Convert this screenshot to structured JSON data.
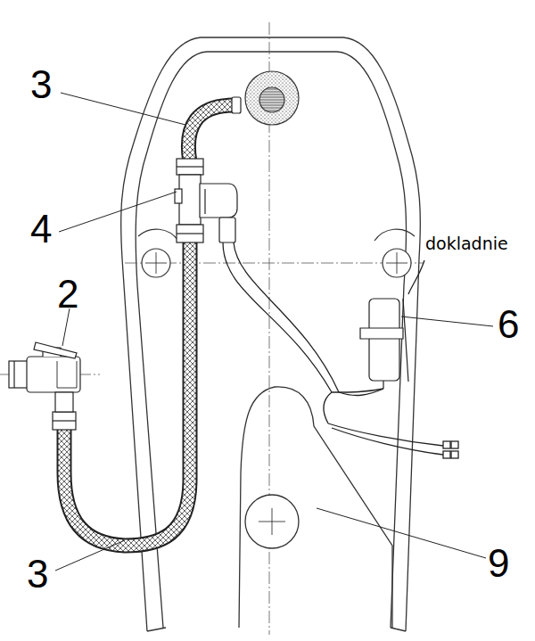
{
  "diagram": {
    "labels": [
      "3",
      "4",
      "dokladnie",
      "2",
      "6",
      "9",
      "3"
    ]
  }
}
